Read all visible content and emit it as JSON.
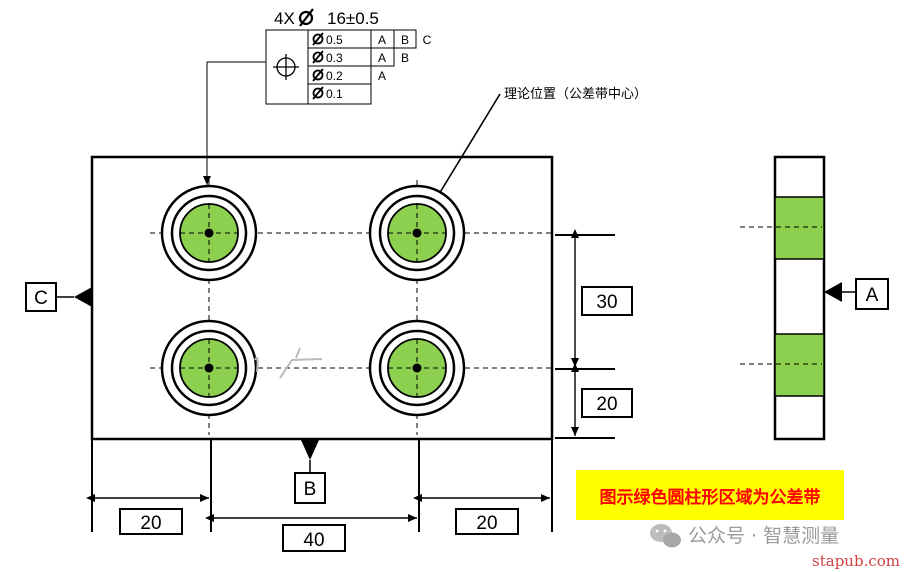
{
  "header": {
    "pattern_count_label": "4X",
    "diameter_spec": "16±0.5"
  },
  "fcf": {
    "symbol_icon": "position-icon",
    "rows": [
      {
        "tolerance": "0.5",
        "datums": [
          "A",
          "B",
          "C"
        ]
      },
      {
        "tolerance": "0.3",
        "datums": [
          "A",
          "B"
        ]
      },
      {
        "tolerance": "0.2",
        "datums": [
          "A"
        ]
      },
      {
        "tolerance": "0.1",
        "datums": []
      }
    ]
  },
  "callout": {
    "theoretical_position": "理论位置（公差带中心）"
  },
  "datums": {
    "a": "A",
    "b": "B",
    "c": "C"
  },
  "dimensions": {
    "vert_30": "30",
    "vert_20": "20",
    "horiz_left_20": "20",
    "horiz_40": "40",
    "horiz_right_20": "20"
  },
  "note": {
    "text": "图示绿色圆柱形区域为公差带"
  },
  "watermark": {
    "wechat": "公众号 · 智慧测量",
    "site": "stapub.com"
  },
  "colors": {
    "tolerance_zone": "#8dcf4e",
    "highlight": "#ffff00",
    "note_text": "#ff0000"
  }
}
